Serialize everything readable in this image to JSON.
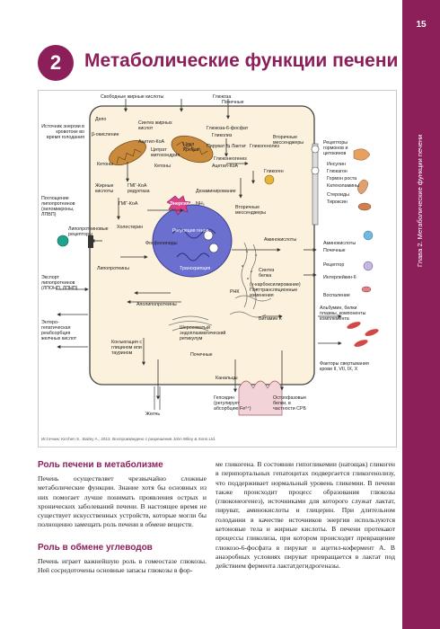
{
  "chapter": {
    "number": "2",
    "page_number": "15",
    "side_label": "Глава 2. Метаболические функции печени"
  },
  "title": "Метаболические функции печени",
  "figure": {
    "source": "Источник: Kirchen S., Bailey A., 2013. Воспроизведено с разрешения John Wiley & Sons Ltd.",
    "labels": {
      "free_fatty_acids": "Свободные жирные кислоты",
      "glucose": "Глюкоза",
      "kidneys": "Почечные",
      "depot": "Депо",
      "beta_oxidation": "β-окисление",
      "fa_synthesis": "Синтез жирных кислот",
      "acetyl_coa": "Ацетил-КоА",
      "ketones": "Кетоны",
      "energy_source": "Источник энергии в кровотоке во время голодания",
      "ketones_middle": "Кетоны",
      "citrate_mito": "Цитрат митохондрия",
      "krebs_cycle": "Цикл Кребса",
      "g6p": "Глюкоза-6-фосфат",
      "glycolysis": "Гликолиз",
      "pyruvate_lactate": "Пируват ⇆ Лактат",
      "gluconeogenesis": "Глюконеогенез",
      "acetyl_coa_2": "Ацетил-КоА",
      "glycogen": "Гликоген",
      "glycogenolysis": "Гликогенолиз",
      "secondary_messengers": "Вторичные мессенджеры",
      "receptors": "Рецепторы гормонов и цитокинов",
      "fatty_acids": "Жирные кислоты",
      "hmg_coa_reductase": "ГМГ-КоА редуктаза",
      "hmg_coa": "ГМГ-КоА",
      "cholesterol": "Холестерин",
      "deamination": "Дезаминирование",
      "energy": "Энергия",
      "nh3": "NH₃",
      "lipoprotein_uptake": "Поглощение липопротеинов (хиломикроны, ЛПВП)",
      "lipoprotein_receptors": "Липопротеиновые рецепторы",
      "phospholipids": "Фосфолипиды",
      "gene_regulation": "Регуляция генов",
      "transcription": "Транскрипция",
      "aminoacids_inner": "Аминокислоты",
      "secondary_messengers_2": "Вторичные мессенджеры",
      "lipoproteins": "Липопротеины",
      "protein_synthesis": "Синтез белка",
      "rnk": "РНК",
      "post_translational": "(γ-карбоксилирование) Посттрансляционные изменения",
      "lipoprotein_export": "Экспорт липопротеинов (ЛПОНП, ЛПНП)",
      "apolipoproteins": "Аполипопротеины",
      "vitamin_k": "Витамин К",
      "enterohepatic": "Энтеро-гепатическая реабсорбция желчных кислот",
      "conjugation": "Конъюгация с глицином или таурином",
      "rough_er": "Шероховатый эндоплазматический ретикулум",
      "tubules": "Канальцы",
      "bile": "Желчь",
      "hepcidin": "Гепсидин (регулирует абсорбцию Fe²⁺)",
      "acute_phase": "Острофазовые белки, в частности СРБ",
      "insulin": "Инсулин",
      "glucagon": "Глюкагон",
      "growth_hormone": "Гормон роста",
      "catecholamines": "Катехоламины",
      "steroids": "Стероиды",
      "thyroxine": "Тироксин",
      "aminoacids_right": "Аминокислоты",
      "kidneys_right": "Почечные",
      "receptor": "Рецептор",
      "interleukin6": "Интерлейкин-6",
      "inflammation": "Воспаление",
      "albumin": "Альбумин, белки плазмы, компоненты комплемента",
      "clotting": "Факторы свертывания крови II, VII, IX, X",
      "lipid_kidneys": "Почечные"
    }
  },
  "sections": [
    {
      "heading": "Роль печени в метаболизме"
    },
    {
      "heading": "Роль в обмене углеводов"
    }
  ],
  "text": {
    "left_p1": "Печень осуществляет чрезвычайно сложные метаболические функции. Знание хотя бы основных из них помогает лучше понимать проявления острых и хронических заболеваний печени. В настоящее время не существует искусственных устройств, которые могли бы полноценно замещать роль печени в обмене веществ.",
    "left_p2": "Печень играет важнейшую роль в гомеостазе глюкозы. Ней сосредоточены основные запасы глюкозы в фор-",
    "right_p1": "ме гликогена. В состоянии гипогликемии (натощак) гликоген в перипортальных гепатоцитах подвергается гликогенолизу, что поддерживает нормальный уровень гликемии. В печени также происходит процесс образования глюкозы (глюконеогенез), источниками для которого служат лактат, пируват, аминокислоты и глицерин. При длительном голодании в качестве источников энергии используются кетоновые тела и жирные кислоты. В печени протекают процессы гликолиза, при котором происходит превращение глюкозо-6-фосфата в пируват и ацетил-кофермент А. В анаэробных условиях пируват превращается в лактат под действием фермента лактатдегидрогеназы."
  },
  "colors": {
    "accent": "#8c1f5a",
    "cell": "#fbf1dc",
    "nucleus": "#6b6fd0",
    "mito": "#c98a3c",
    "energy": "#d9438a"
  }
}
